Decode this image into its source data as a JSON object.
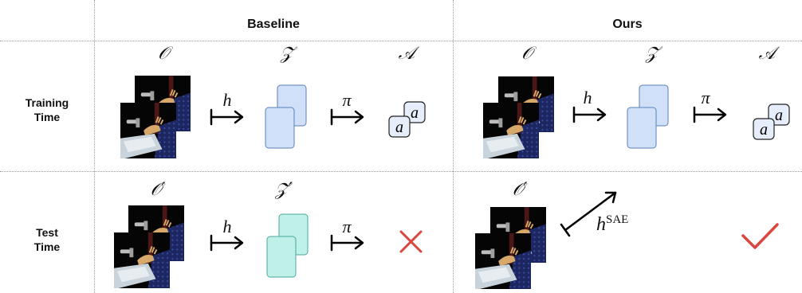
{
  "headers": {
    "baseline": "Baseline",
    "ours": "Ours"
  },
  "rows": {
    "training_line1": "Training",
    "training_line2": "Time",
    "test_line1": "Test",
    "test_line2": "Time"
  },
  "symbols": {
    "obs": "𝒪",
    "latent": "𝒵",
    "action": "𝒜",
    "obs_prime": "𝒪′",
    "latent_prime": "𝒵′"
  },
  "arrows": {
    "h": "h",
    "pi": "π",
    "h_sae_base": "h",
    "h_sae_sup": "SAE"
  },
  "action_token": "a",
  "results": {
    "baseline_test": "fail-cross",
    "ours_test": "success-check"
  },
  "colors": {
    "latent_train": "#cfe0f8",
    "latent_test": "#bff1e9",
    "cross": "#d9473f",
    "check": "#d9473f"
  }
}
